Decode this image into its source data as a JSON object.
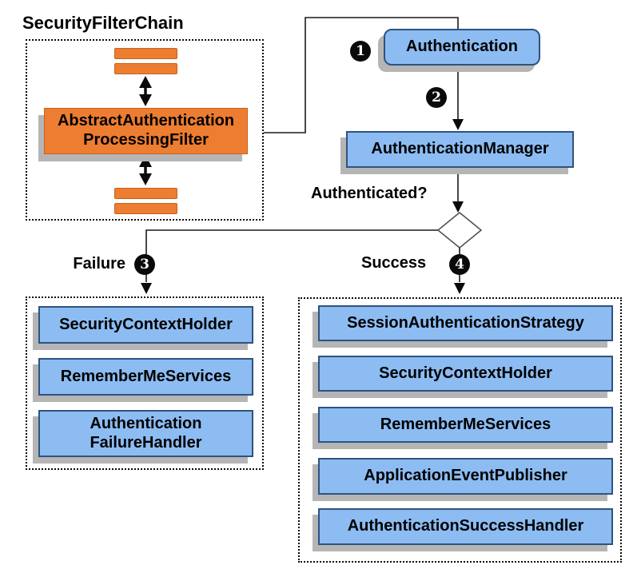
{
  "filter_chain": {
    "label": "SecurityFilterChain",
    "filter": "AbstractAuthentication\nProcessingFilter"
  },
  "flow": {
    "authentication": "Authentication",
    "authentication_manager": "AuthenticationManager",
    "question": "Authenticated?",
    "failure_label": "Failure",
    "success_label": "Success",
    "badges": {
      "step1": "1",
      "step2": "2",
      "step3": "3",
      "step4": "4"
    }
  },
  "failure_handlers": [
    "SecurityContextHolder",
    "RememberMeServices",
    "Authentication\nFailureHandler"
  ],
  "success_handlers": [
    "SessionAuthenticationStrategy",
    "SecurityContextHolder",
    "RememberMeServices",
    "ApplicationEventPublisher",
    "AuthenticationSuccessHandler"
  ],
  "colors": {
    "node_blue_fill": "#8cbcf2",
    "node_blue_border": "#2d5380",
    "node_orange_fill": "#ed7d31",
    "node_orange_border": "#c8611a",
    "shadow": "#b5b5b5",
    "line": "#000000",
    "badge_background": "#0a0a0a"
  }
}
